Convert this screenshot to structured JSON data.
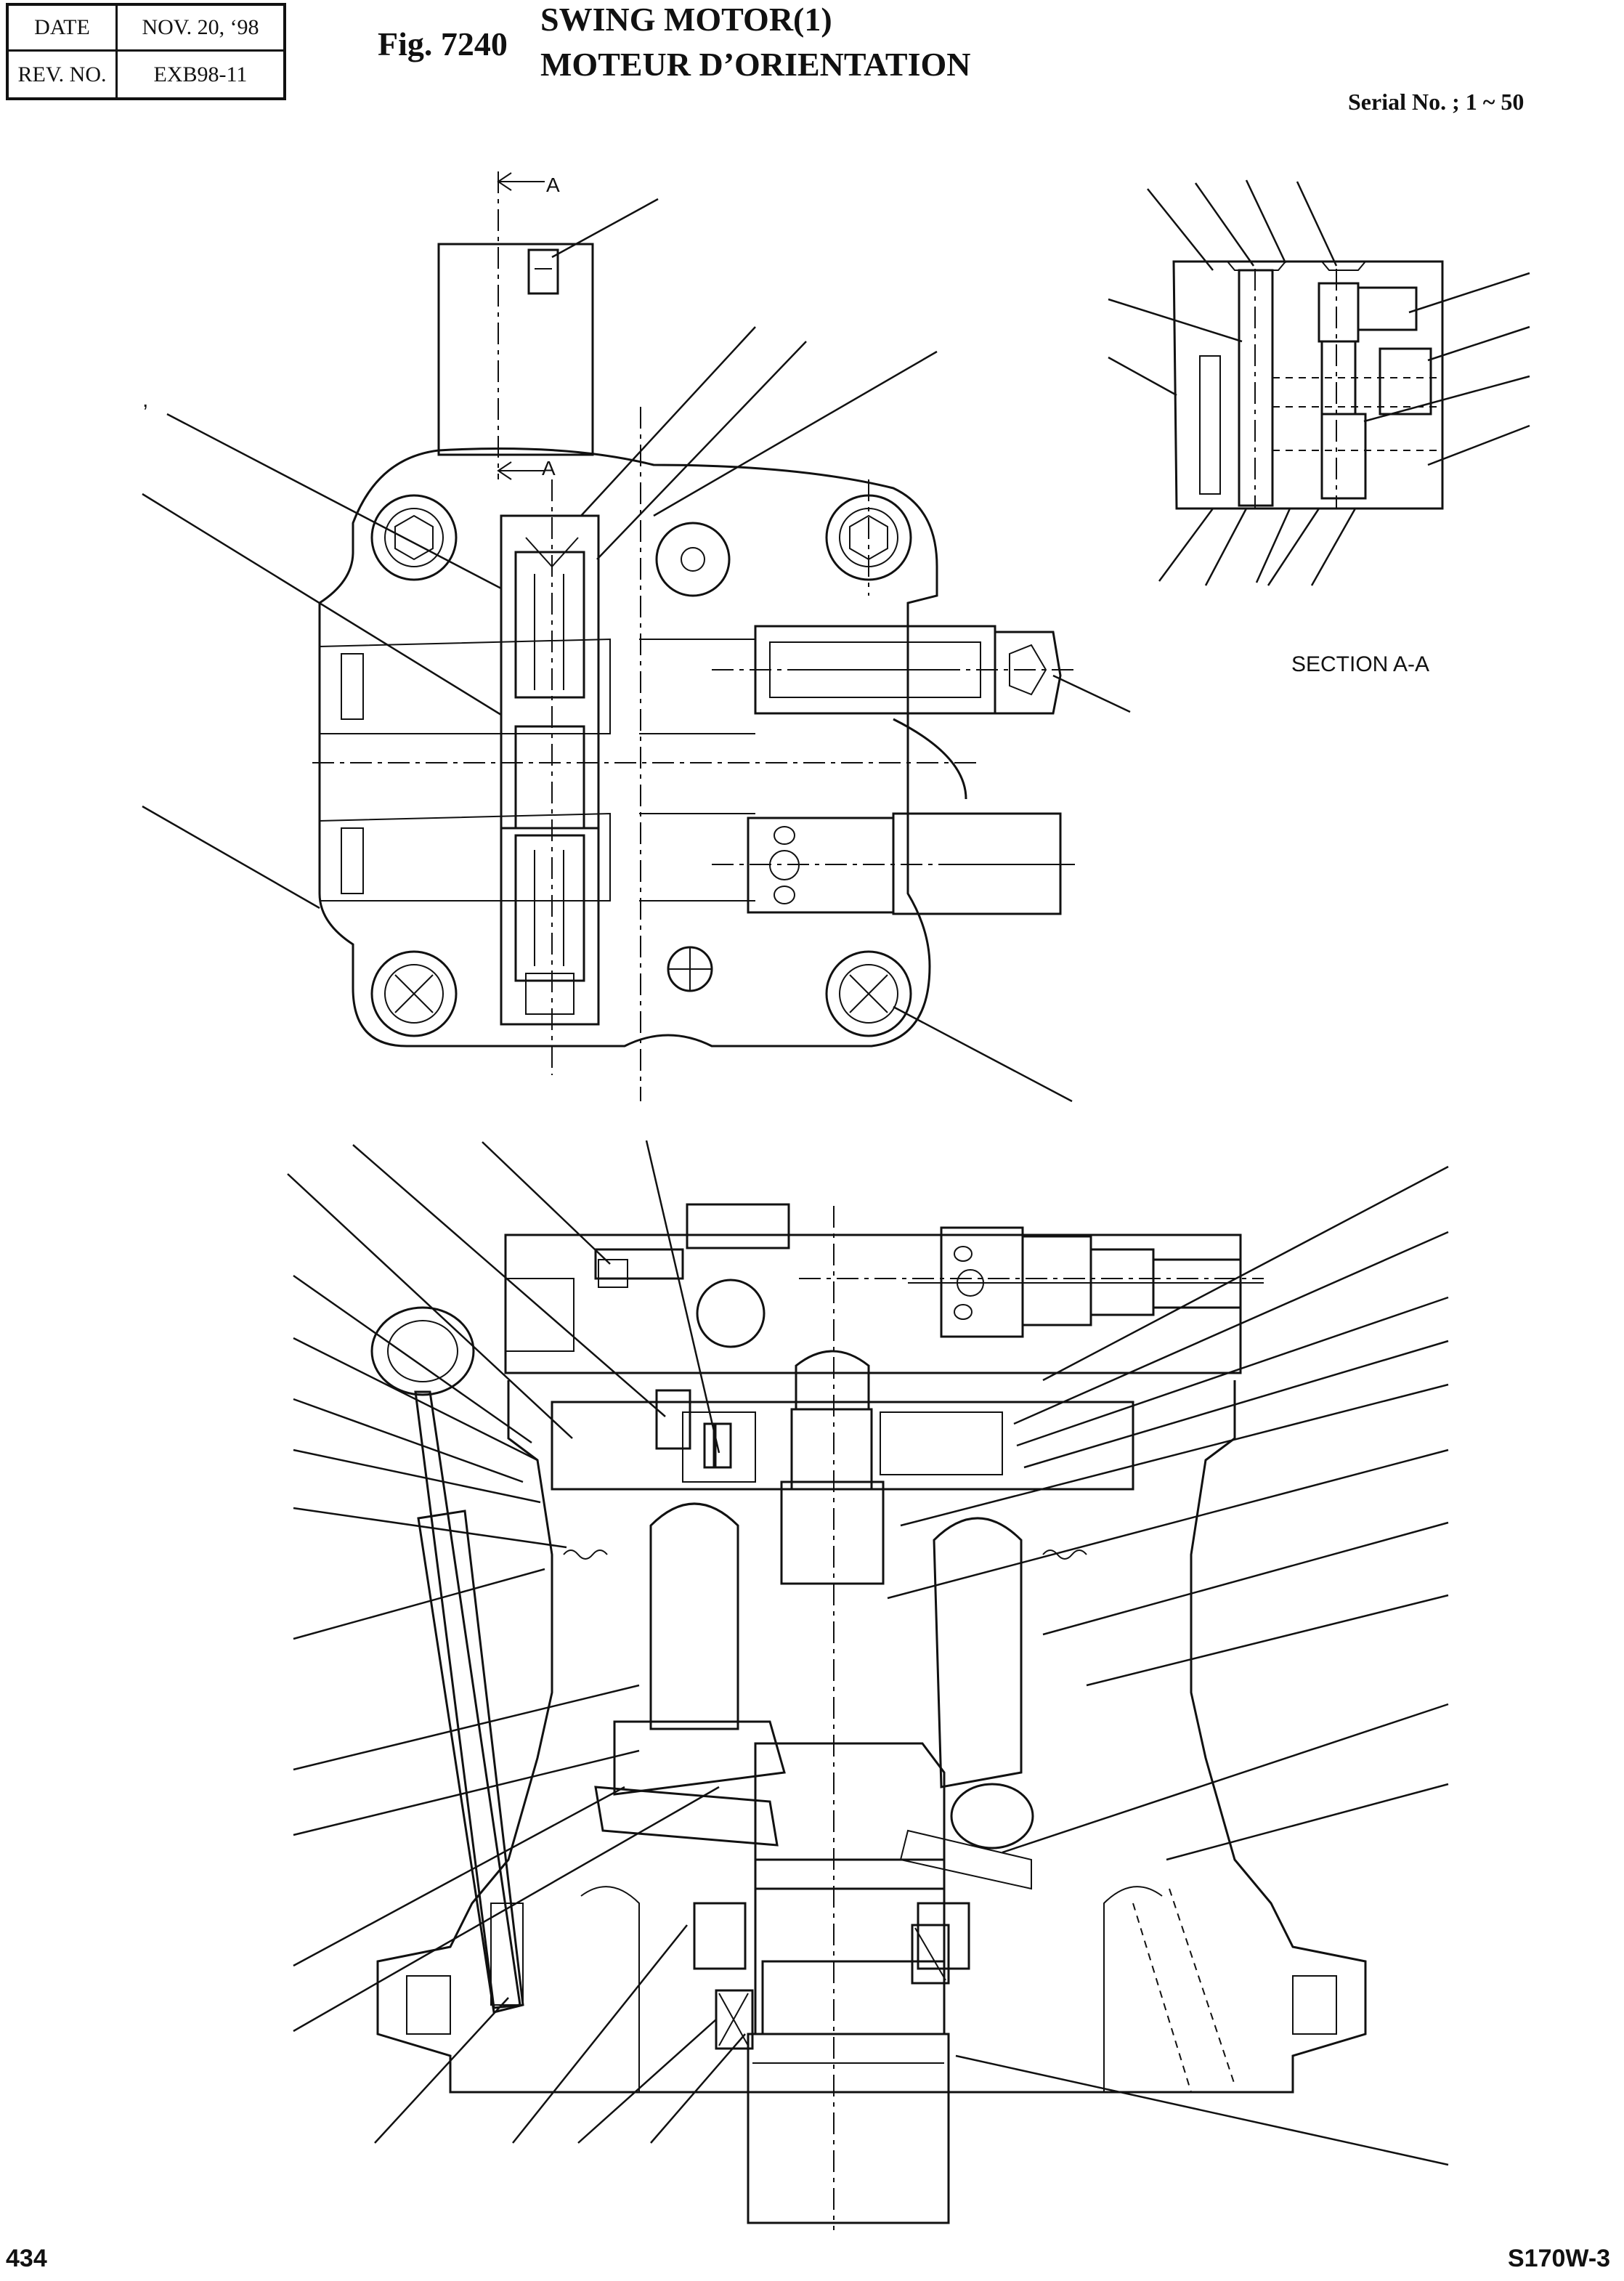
{
  "header": {
    "date_label": "DATE",
    "date_value": "NOV. 20, ‘98",
    "rev_label": "REV. NO.",
    "rev_value": "EXB98-11",
    "fig_label": "Fig. 7240",
    "title_line1": "SWING MOTOR(1)",
    "title_line2": "MOTEUR D’ORIENTATION",
    "serial": "Serial No. ; 1 ~ 50"
  },
  "drawing": {
    "section_marker": "A",
    "section_label": "SECTION  A-A",
    "stray_mark": ","
  },
  "footer": {
    "page_number": "434",
    "model": "S170W-3"
  }
}
